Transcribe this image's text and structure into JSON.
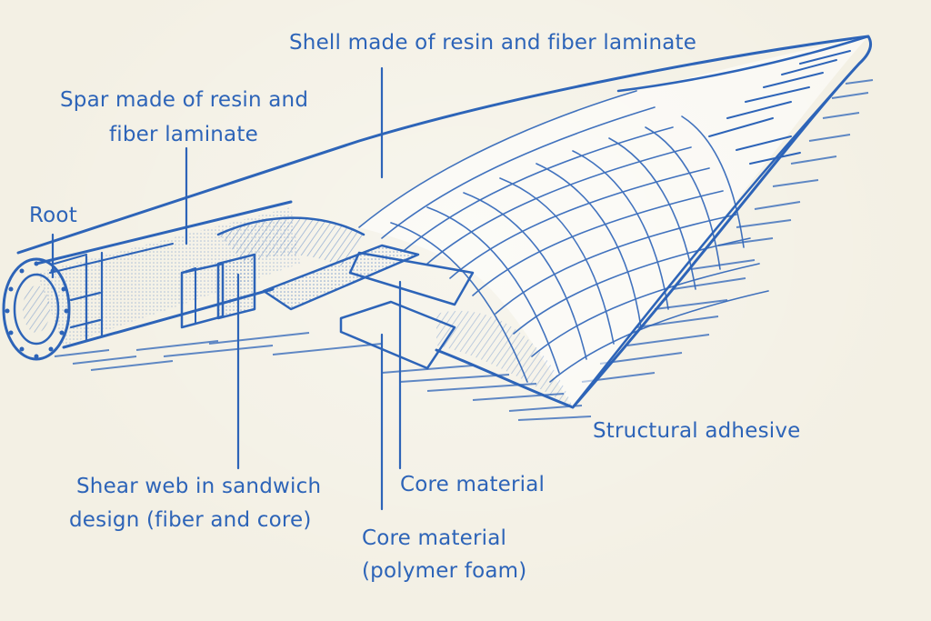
{
  "colors": {
    "ink": "#2d64b8",
    "paper": "#f3f0e4",
    "shade": "#7aa0d8"
  },
  "labels": {
    "shell": "Shell made of resin and fiber laminate",
    "spar_line1": "Spar made of resin and",
    "spar_line2": "fiber laminate",
    "root": "Root",
    "structural_adhesive": "Structural adhesive",
    "shear_web_line1": "Shear web in sandwich",
    "shear_web_line2": "design (fiber and core)",
    "core_material": "Core material",
    "core_foam_line1": "Core material",
    "core_foam_line2": "(polymer foam)"
  }
}
